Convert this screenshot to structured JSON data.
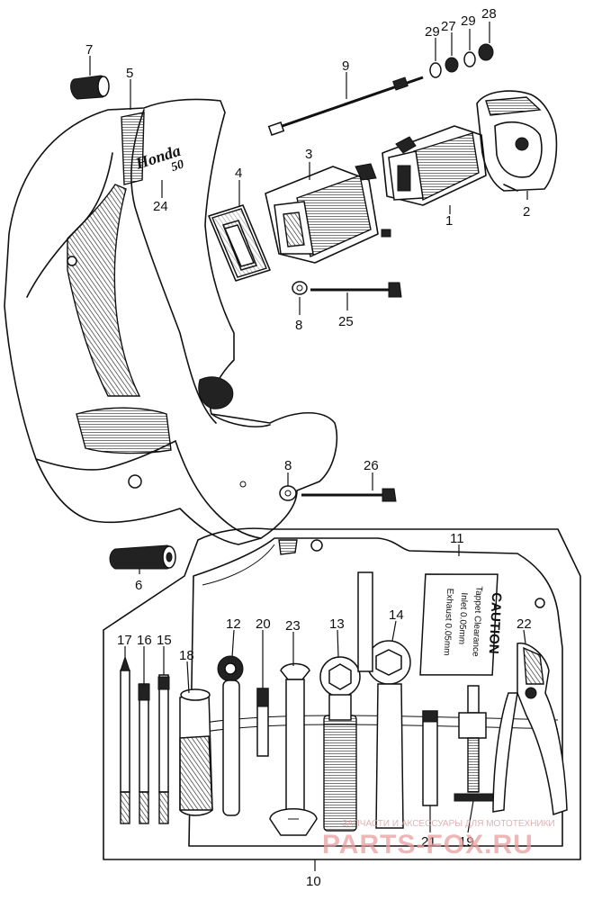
{
  "callouts": {
    "n1": "1",
    "n2": "2",
    "n3": "3",
    "n4": "4",
    "n5": "5",
    "n6": "6",
    "n7": "7",
    "n8a": "8",
    "n8b": "8",
    "n9": "9",
    "n10": "10",
    "n11": "11",
    "n12": "12",
    "n13": "13",
    "n14": "14",
    "n15": "15",
    "n16": "16",
    "n17": "17",
    "n18": "18",
    "n19": "19",
    "n20": "20",
    "n21": "21",
    "n22": "22",
    "n23": "23",
    "n24": "24",
    "n25": "25",
    "n26": "26",
    "n27": "27",
    "n28": "28",
    "n29a": "29",
    "n29b": "29"
  },
  "emblem": {
    "brand": "Honda",
    "model": "50"
  },
  "caution_label": {
    "title": "CAUTION",
    "lines": [
      "Tappet Clearance",
      "Inlet 0.05mm",
      "Exhaust 0.05mm"
    ]
  },
  "watermark": {
    "brand": "PARTS-FOX.RU",
    "tagline": "ЗАПЧАСТИ И АКСЕССУАРЫ ДЛЯ МОТОТЕХНИКИ"
  }
}
